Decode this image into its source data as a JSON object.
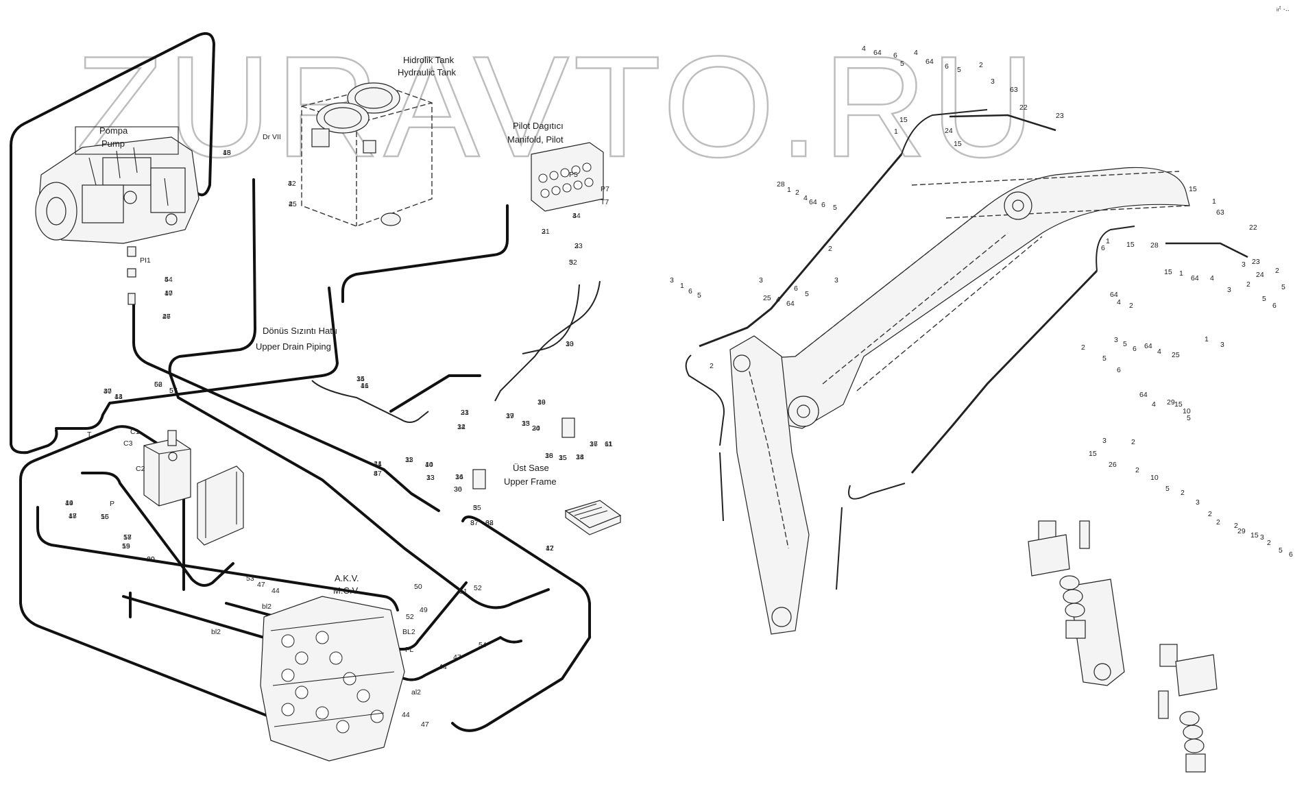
{
  "watermark": "ZURAVTO.RU",
  "corner_mark": "ᵢᵣᵗ ·..",
  "labels": {
    "pump_tr": "Pompa",
    "pump_en": "Pump",
    "tank_tr": "Hidrolik Tank",
    "tank_en": "Hydraulic Tank",
    "drain_port": "Dr VII",
    "manifold_tr": "Pilot Dagıtıcı",
    "manifold_en": "Manifold, Pilot",
    "drain_tr": "Dönüs Sızıntı Hattı",
    "drain_en": "Upper Drain Piping",
    "frame_tr": "Üst Sase",
    "frame_en": "Upper Frame",
    "mcv_tr": "A.K.V.",
    "mcv_en": "M.C.V.",
    "port_pi1": "PI1",
    "port_p5": "P5",
    "port_p7": "P7",
    "port_t7": "T7",
    "port_c1": "C1",
    "port_c3": "C3",
    "port_c2": "C2",
    "port_t": "T",
    "port_p": "P",
    "port_bl2_a": "bl2",
    "port_bl2_b": "BL2",
    "port_fl": "FL",
    "port_al2": "al2",
    "port_bl2_c": "bl2"
  },
  "callouts": [
    "48",
    "42",
    "45",
    "44",
    "47",
    "46",
    "31",
    "44",
    "33",
    "32",
    "33",
    "34",
    "41",
    "33",
    "40",
    "33",
    "34",
    "36",
    "35",
    "38",
    "37",
    "33",
    "34",
    "39",
    "33",
    "34",
    "36",
    "36",
    "35",
    "38",
    "37",
    "61",
    "47",
    "44",
    "47",
    "56",
    "57",
    "47",
    "44",
    "55",
    "58",
    "59",
    "60",
    "44",
    "47",
    "53",
    "47",
    "44",
    "50",
    "49",
    "52",
    "51",
    "52",
    "47",
    "54",
    "44",
    "47",
    "44",
    "4",
    "64",
    "6",
    "5",
    "4",
    "64",
    "6",
    "5",
    "2",
    "3",
    "63",
    "22",
    "23",
    "24",
    "1",
    "15",
    "15",
    "28",
    "1",
    "4",
    "64",
    "6",
    "5",
    "2",
    "3",
    "25",
    "4",
    "64",
    "6",
    "5",
    "2",
    "3",
    "1",
    "6",
    "5",
    "2",
    "3",
    "15",
    "1",
    "63",
    "22",
    "23",
    "3",
    "24",
    "2",
    "5",
    "6",
    "1",
    "15",
    "28",
    "15",
    "1",
    "64",
    "4",
    "3",
    "2",
    "5",
    "6",
    "64",
    "4",
    "2",
    "3",
    "5",
    "6",
    "64",
    "4",
    "25",
    "1",
    "3",
    "2",
    "5",
    "6",
    "64",
    "4",
    "29",
    "15",
    "10",
    "5",
    "2",
    "3",
    "15",
    "26",
    "2",
    "10",
    "5",
    "2",
    "3",
    "2",
    "2",
    "2",
    "29",
    "15",
    "3",
    "2",
    "5",
    "6",
    "15",
    "3",
    "2",
    "5",
    "10",
    "27",
    "2",
    "3",
    "2",
    "5",
    "10",
    "15",
    "16",
    "11",
    "14",
    "13",
    "16",
    "30",
    "5",
    "62",
    "8",
    "21",
    "12",
    "17",
    "15",
    "20",
    "19",
    "18",
    "15",
    "14",
    "16",
    "11",
    "12",
    "21",
    "8",
    "62",
    "5",
    "30",
    "13",
    "16",
    "17",
    "15",
    "20",
    "19",
    "18"
  ]
}
